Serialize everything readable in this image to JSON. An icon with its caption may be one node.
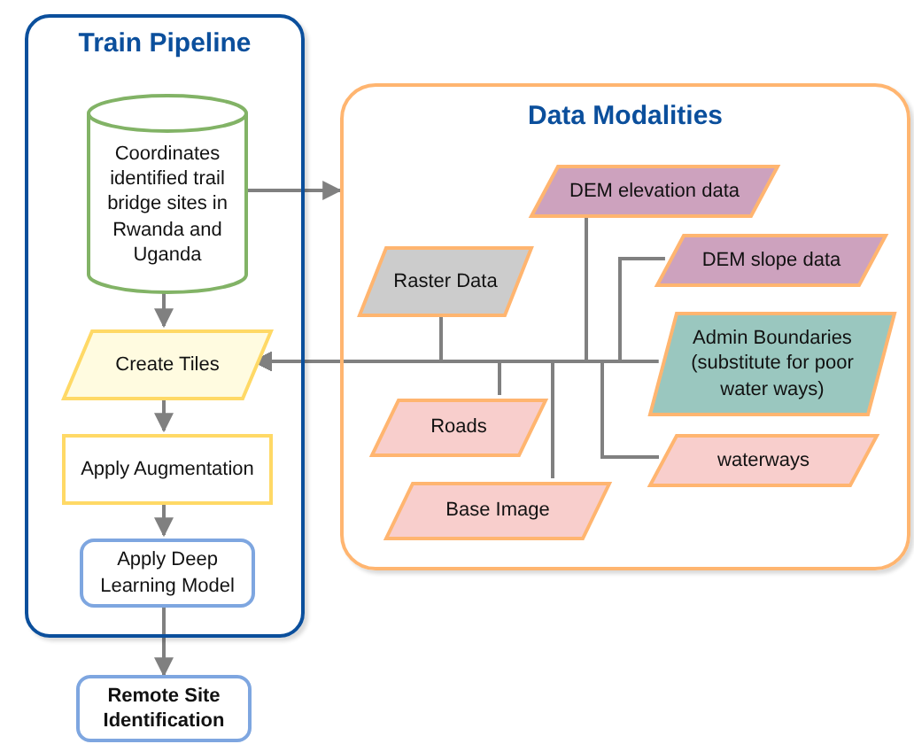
{
  "diagram": {
    "nodes": [
      {
        "text": [
          "Train Pipeline"
        ]
      },
      {
        "text": [
          "Coordinates identified trail bridge sites in Rwanda and Uganda"
        ],
        "in": 0
      },
      {
        "text": [
          "Create Tiles"
        ],
        "in": 0
      },
      {
        "text": [
          "Apply Augmentation"
        ],
        "in": 0
      },
      {
        "text": [
          "Apply Deep Learning Model"
        ],
        "in": 0
      },
      {
        "text": [
          "Remote Site Identification"
        ]
      },
      {
        "text": [
          "Data Modalities"
        ]
      },
      {
        "text": [
          "DEM elevation data"
        ],
        "in": 6
      },
      {
        "text": [
          "Raster Data"
        ],
        "in": 6
      },
      {
        "text": [
          "DEM slope data"
        ],
        "in": 6
      },
      {
        "text": [
          "Admin Boundaries (substitute for poor water ways)"
        ],
        "in": 6
      },
      {
        "text": [
          "Roads"
        ],
        "in": 6
      },
      {
        "text": [
          "waterways"
        ],
        "in": 6
      },
      {
        "text": [
          "Base Image"
        ],
        "in": 6
      }
    ],
    "edges": [
      {
        "from": 1,
        "to": 2,
        "arrow": "to"
      },
      {
        "from": 2,
        "to": 3,
        "arrow": "to"
      },
      {
        "from": 3,
        "to": 4,
        "arrow": "to"
      },
      {
        "from": 4,
        "to": 5,
        "arrow": "to"
      },
      {
        "from": 1,
        "to": 6,
        "arrow": "to"
      },
      {
        "from": 7,
        "to": 2,
        "arrow": "to"
      },
      {
        "from": 8,
        "to": 2,
        "arrow": "to"
      },
      {
        "from": 9,
        "to": 2,
        "arrow": "to"
      },
      {
        "from": 10,
        "to": 2,
        "arrow": "to"
      },
      {
        "from": 11,
        "to": 2,
        "arrow": "to"
      },
      {
        "from": 12,
        "to": 2,
        "arrow": "to"
      },
      {
        "from": 13,
        "to": 2,
        "arrow": "to"
      }
    ]
  }
}
